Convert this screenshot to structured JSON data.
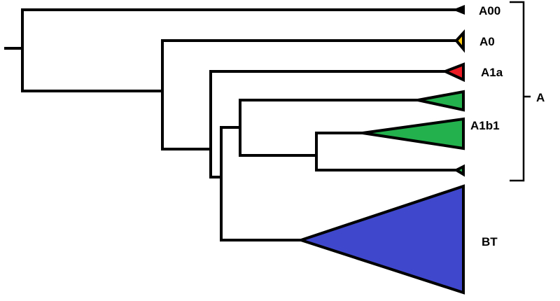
{
  "labels": {
    "a00": "A00",
    "a0": "A0",
    "a1a": "A1a",
    "a1b1": "A1b1",
    "bt": "BT",
    "group_a": "A"
  },
  "colors": {
    "a0": "#ffc90e",
    "a1a": "#ed1c24",
    "a1b1": "#22b14c",
    "bt": "#3f48cc",
    "a00": "#000000"
  }
}
